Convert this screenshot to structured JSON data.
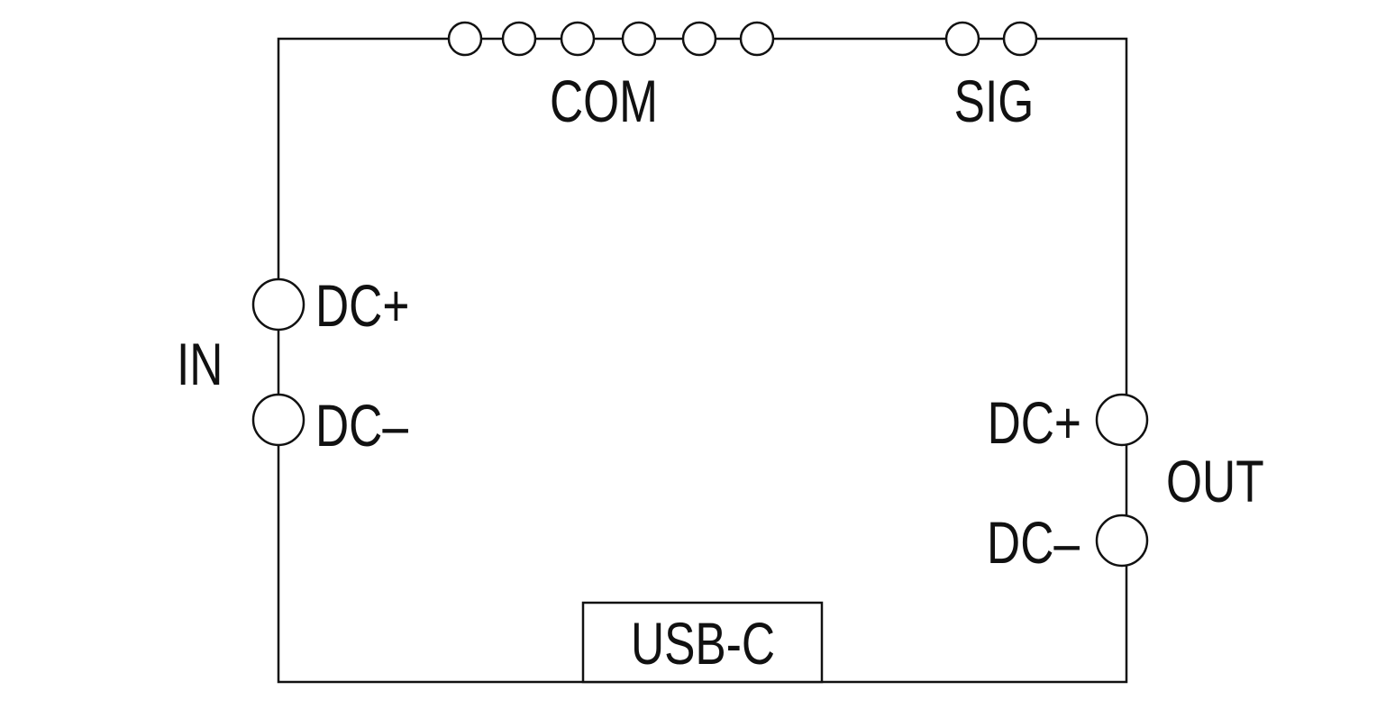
{
  "diagram": {
    "labels": {
      "com": "COM",
      "sig": "SIG",
      "in": "IN",
      "in_dc_plus": "DC+",
      "in_dc_minus": "DC–",
      "out": "OUT",
      "out_dc_plus": "DC+",
      "out_dc_minus": "DC–",
      "usb": "USB-C"
    },
    "com_terminal_count": 6,
    "sig_terminal_count": 2,
    "colors": {
      "stroke": "#111111",
      "background": "#ffffff"
    }
  }
}
